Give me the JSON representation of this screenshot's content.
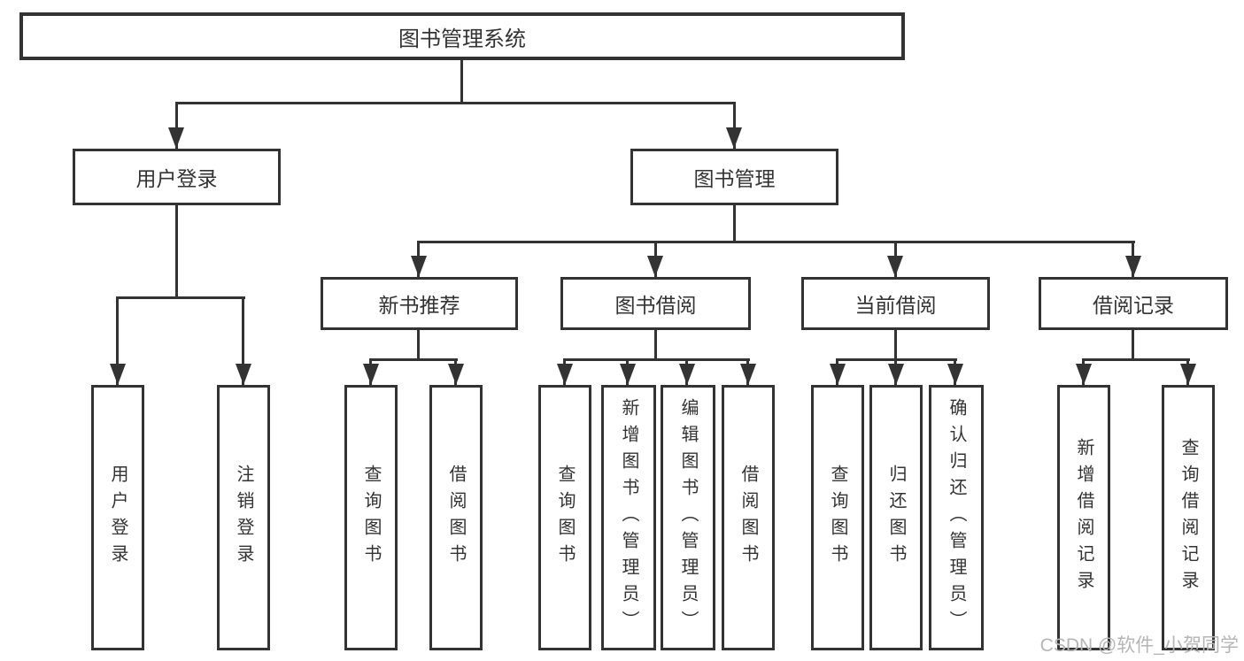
{
  "diagram": {
    "root": {
      "label": "图书管理系统"
    },
    "level2": [
      {
        "id": "user-login",
        "label": "用户登录"
      },
      {
        "id": "book-management",
        "label": "图书管理"
      }
    ],
    "level3": [
      {
        "id": "new-book-recommend",
        "label": "新书推荐"
      },
      {
        "id": "book-borrow",
        "label": "图书借阅"
      },
      {
        "id": "current-borrow",
        "label": "当前借阅"
      },
      {
        "id": "borrow-record",
        "label": "借阅记录"
      }
    ],
    "leaves": [
      {
        "id": "user-login-leaf",
        "label": "用户登录"
      },
      {
        "id": "logout-leaf",
        "label": "注销登录"
      },
      {
        "id": "recommend-query-books",
        "label": "查询图书"
      },
      {
        "id": "recommend-borrow-books",
        "label": "借阅图书"
      },
      {
        "id": "borrow-query-books",
        "label": "查询图书"
      },
      {
        "id": "borrow-add-books-admin",
        "label": "新增图书（管理员）"
      },
      {
        "id": "borrow-edit-books-admin",
        "label": "编辑图书（管理员）"
      },
      {
        "id": "borrow-borrow-books",
        "label": "借阅图书"
      },
      {
        "id": "current-query-books",
        "label": "查询图书"
      },
      {
        "id": "current-return-books",
        "label": "归还图书"
      },
      {
        "id": "current-confirm-return-admin",
        "label": "确认归还（管理员）"
      },
      {
        "id": "record-add-borrow-record",
        "label": "新增借阅记录"
      },
      {
        "id": "record-query-borrow-record",
        "label": "查询借阅记录"
      }
    ],
    "watermark": "CSDN @软件_小贺同学",
    "colors": {
      "line": "#333333",
      "box_background": "#ffffff",
      "text": "#333333",
      "watermark_text": "#b5b5b5"
    }
  }
}
